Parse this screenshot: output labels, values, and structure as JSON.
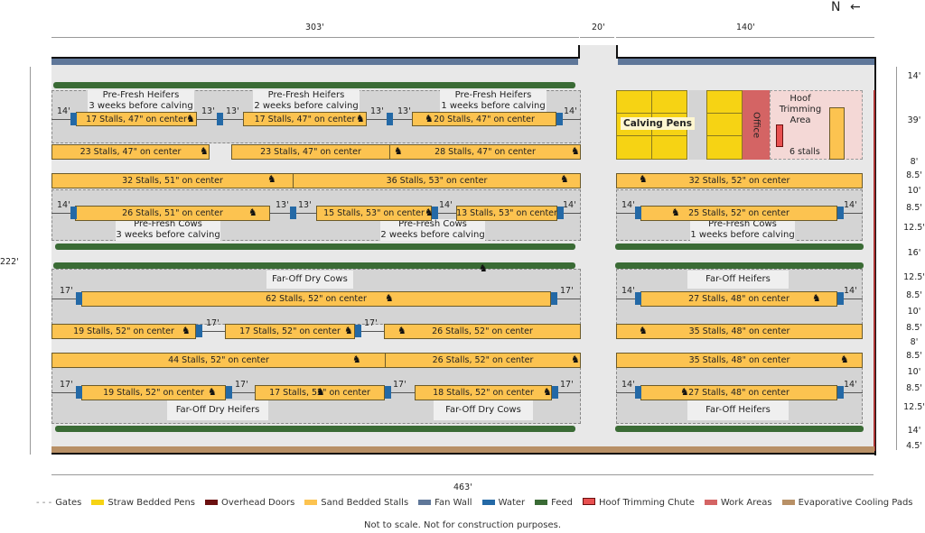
{
  "compass": {
    "label": "N",
    "arrow": "←"
  },
  "dimensions": {
    "top": [
      "303'",
      "20'",
      "140'"
    ],
    "bottom": "463'",
    "left": "222'",
    "right": [
      "14'",
      "39'",
      "8'",
      "8.5'",
      "10'",
      "8.5'",
      "12.5'",
      "16'",
      "12.5'",
      "8.5'",
      "10'",
      "8.5'",
      "8'",
      "8.5'",
      "10'",
      "8.5'",
      "12.5'",
      "14'",
      "4.5'"
    ]
  },
  "pens": {
    "prefresh_heifers_3": {
      "title": "Pre-Fresh Heifers",
      "subtitle": "3 weeks before calving"
    },
    "prefresh_heifers_2": {
      "title": "Pre-Fresh Heifers",
      "subtitle": "2 weeks before calving"
    },
    "prefresh_heifers_1": {
      "title": "Pre-Fresh Heifers",
      "subtitle": "1 weeks before calving"
    },
    "prefresh_cows_3": {
      "title": "Pre-Fresh Cows",
      "subtitle": "3 weeks before calving"
    },
    "prefresh_cows_2": {
      "title": "Pre-Fresh Cows",
      "subtitle": "2 weeks before calving"
    },
    "prefresh_cows_1": {
      "title": "Pre-Fresh Cows",
      "subtitle": "1 weeks before calving"
    },
    "faroff_dry_cows_top": "Far-Off Dry Cows",
    "faroff_heifers_top": "Far-Off Heifers",
    "faroff_dry_heifers": "Far-Off Dry Heifers",
    "faroff_dry_cows_bottom": "Far-Off Dry Cows",
    "faroff_heifers_bottom": "Far-Off Heifers",
    "calving_pens": "Calving Pens",
    "office": "Office",
    "hoof_trimming": "Hoof Trimming Area",
    "hoof_stalls": "6 stalls"
  },
  "stalls": {
    "r1a": "17 Stalls, 47\" on center",
    "r1b": "17 Stalls, 47\" on center",
    "r1c": "20 Stalls, 47\" on center",
    "r2a": "23 Stalls, 47\" on center",
    "r2b": "23 Stalls, 47\" on center",
    "r2c": "28 Stalls, 47\" on center",
    "r3a": "32 Stalls, 51\" on center",
    "r3b": "36 Stalls, 53\" on center",
    "r3c": "32 Stalls, 52\" on center",
    "r4a": "26 Stalls, 51\" on center",
    "r4b": "15 Stalls, 53\" on center",
    "r4c": "13 Stalls, 53\" on center",
    "r4d": "25 Stalls, 52\" on center",
    "r5a": "62 Stalls, 52\" on center",
    "r5b": "27 Stalls, 48\" on center",
    "r6a": "19 Stalls, 52\" on center",
    "r6b": "17 Stalls, 52\" on center",
    "r6c": "26 Stalls, 52\" on center",
    "r6d": "35 Stalls, 48\" on center",
    "r7a": "44 Stalls, 52\" on center",
    "r7b": "26 Stalls, 52\" on center",
    "r7c": "35 Stalls, 48\" on center",
    "r8a": "19 Stalls, 52\" on center",
    "r8b": "17 Stalls, 52\" on center",
    "r8c": "18 Stalls, 52\" on center",
    "r8d": "27 Stalls, 48\" on center"
  },
  "gaps": {
    "g14": "14'",
    "g13": "13'",
    "g17": "17'"
  },
  "legend": [
    {
      "label": "Gates",
      "color": "#888888",
      "style": "dashed"
    },
    {
      "label": "Straw Bedded Pens",
      "color": "#f6d314"
    },
    {
      "label": "Overhead Doors",
      "color": "#6b1010"
    },
    {
      "label": "Sand Bedded Stalls",
      "color": "#fcc350"
    },
    {
      "label": "Fan Wall",
      "color": "#5f7799"
    },
    {
      "label": "Water",
      "color": "#2469a6"
    },
    {
      "label": "Feed",
      "color": "#3a6b35"
    },
    {
      "label": "Hoof Trimming Chute",
      "color": "#e85050"
    },
    {
      "label": "Work Areas",
      "color": "#d46464"
    },
    {
      "label": "Evaporative Cooling Pads",
      "color": "#b89066"
    }
  ],
  "footnote": "Not to scale. Not for construction purposes."
}
